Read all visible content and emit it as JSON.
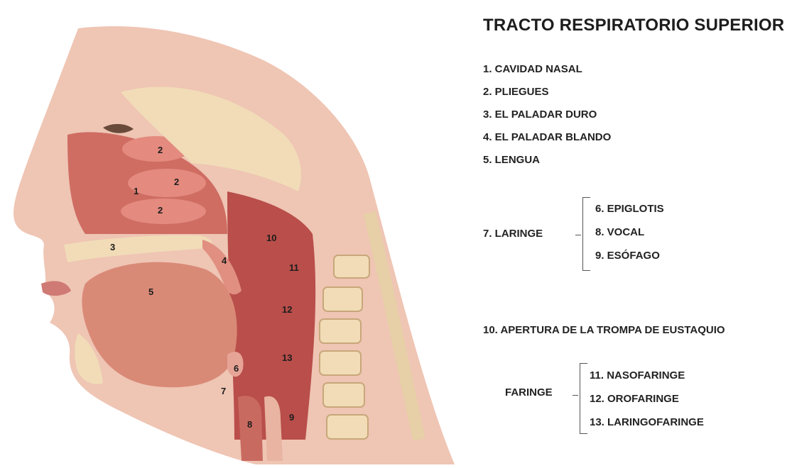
{
  "title": "TRACTO RESPIRATORIO SUPERIOR",
  "legend": {
    "items": [
      "1. CAVIDAD NASAL",
      "2. PLIEGUES",
      "3. EL PALADAR DURO",
      "4. EL PALADAR BLANDO",
      "5. LENGUA"
    ],
    "larynx": {
      "label": "7. LARINGE",
      "items": [
        "6. EPIGLOTIS",
        "8. VOCAL",
        "9. ESÓFAGO"
      ]
    },
    "eustachian": "10. APERTURA DE LA TROMPA DE EUSTAQUIO",
    "pharynx": {
      "label": "FARINGE",
      "items": [
        "11. NASOFARINGE",
        "12. OROFARINGE",
        "13. LARINGOFARINGE"
      ]
    }
  },
  "diagram_labels": {
    "n1": "1",
    "n2a": "2",
    "n2b": "2",
    "n2c": "2",
    "n3": "3",
    "n4": "4",
    "n5": "5",
    "n6": "6",
    "n7": "7",
    "n8": "8",
    "n9": "9",
    "n10": "10",
    "n11": "11",
    "n12": "12",
    "n13": "13"
  },
  "colors": {
    "skin": "#e9b4a2",
    "flesh": "#cf6d63",
    "cavity": "#b94e4a",
    "bone": "#f1dcb7",
    "muscle": "#d98a77"
  }
}
